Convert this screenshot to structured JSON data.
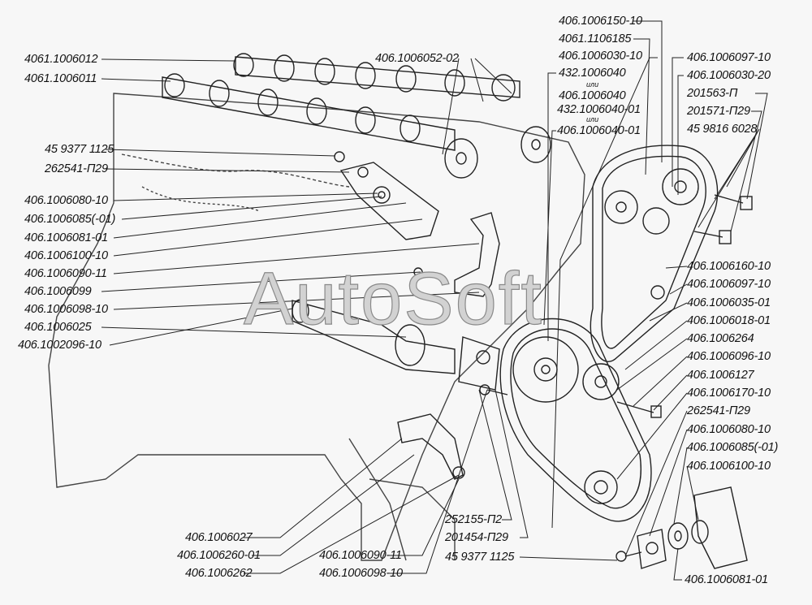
{
  "watermark": "AutoSoft",
  "ili": "или",
  "labels": {
    "left": [
      "4061.1006012",
      "4061.1006011",
      "45 9377 1125",
      "262541-П29",
      "406.1006080-10",
      "406.1006085(-01)",
      "406.1006081-01",
      "406.1006100-10",
      "406.1006090-11",
      "406.1006099",
      "406.1006098-10",
      "406.1006025",
      "406.1002096-10"
    ],
    "top_center": [
      "406.1006052-02"
    ],
    "top_right": [
      "406.1006150-10",
      "4061.1106185",
      "406.1006030-10",
      "432.1006040",
      "406.1006040",
      "432.1006040-01",
      "406.1006040-01"
    ],
    "right_top": [
      "406.1006097-10",
      "406.1006030-20",
      "201563-П",
      "201571-П29",
      "45 9816 6028"
    ],
    "right_mid": [
      "406.1006160-10",
      "406.1006097-10",
      "406.1006035-01",
      "406.1006018-01",
      "406.1006264",
      "406.1006096-10",
      "406.1006127",
      "406.1006170-10",
      "262541-П29",
      "406.1006080-10",
      "406.1006085(-01)",
      "406.1006100-10",
      "406.1006081-01"
    ],
    "bottom": [
      "406.1006027",
      "406.1006260-01",
      "406.1006262",
      "406.1006090-11",
      "406.1006098-10",
      "252155-П2",
      "201454-П29",
      "45 9377 1125"
    ]
  }
}
